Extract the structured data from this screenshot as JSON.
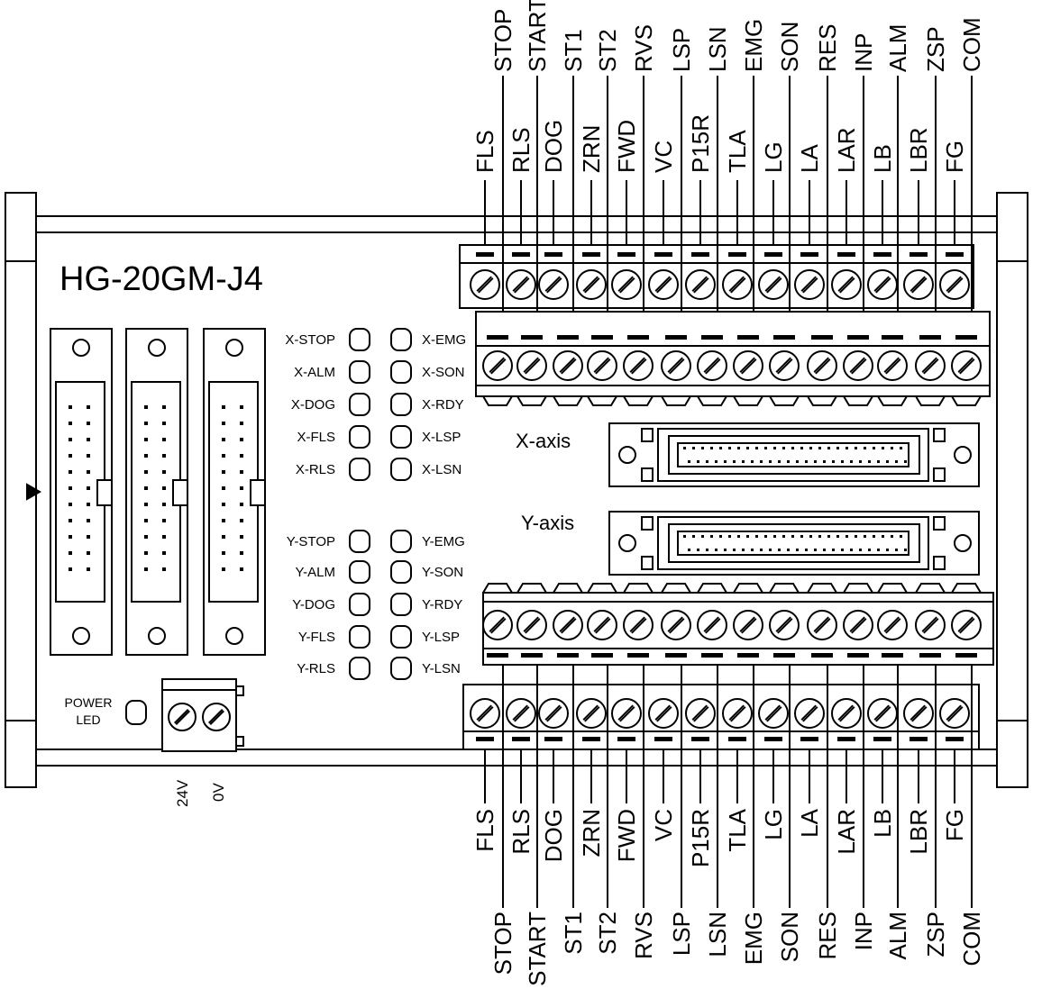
{
  "board": {
    "model": "HG-20GM-J4",
    "axes": {
      "x": "X-axis",
      "y": "Y-axis"
    },
    "power": {
      "line1": "POWER",
      "line2": "LED",
      "terminals": [
        "24V",
        "0V"
      ]
    },
    "colors": {
      "line": "#000000",
      "background": "#ffffff"
    }
  },
  "signals": {
    "outer": [
      "STOP",
      "START",
      "ST1",
      "ST2",
      "RVS",
      "LSP",
      "LSN",
      "EMG",
      "SON",
      "RES",
      "INP",
      "ALM",
      "ZSP",
      "COM"
    ],
    "inner": [
      "FLS",
      "RLS",
      "DOG",
      "ZRN",
      "FWD",
      "VC",
      "P15R",
      "TLA",
      "LG",
      "LA",
      "LAR",
      "LB",
      "LBR",
      "FG"
    ]
  },
  "leds": {
    "x_left": [
      "X-STOP",
      "X-ALM",
      "X-DOG",
      "X-FLS",
      "X-RLS"
    ],
    "x_right": [
      "X-EMG",
      "X-SON",
      "X-RDY",
      "X-LSP",
      "X-LSN"
    ],
    "y_left": [
      "Y-STOP",
      "Y-ALM",
      "Y-DOG",
      "Y-FLS",
      "Y-RLS"
    ],
    "y_right": [
      "Y-EMG",
      "Y-SON",
      "Y-RDY",
      "Y-LSP",
      "Y-LSN"
    ]
  }
}
